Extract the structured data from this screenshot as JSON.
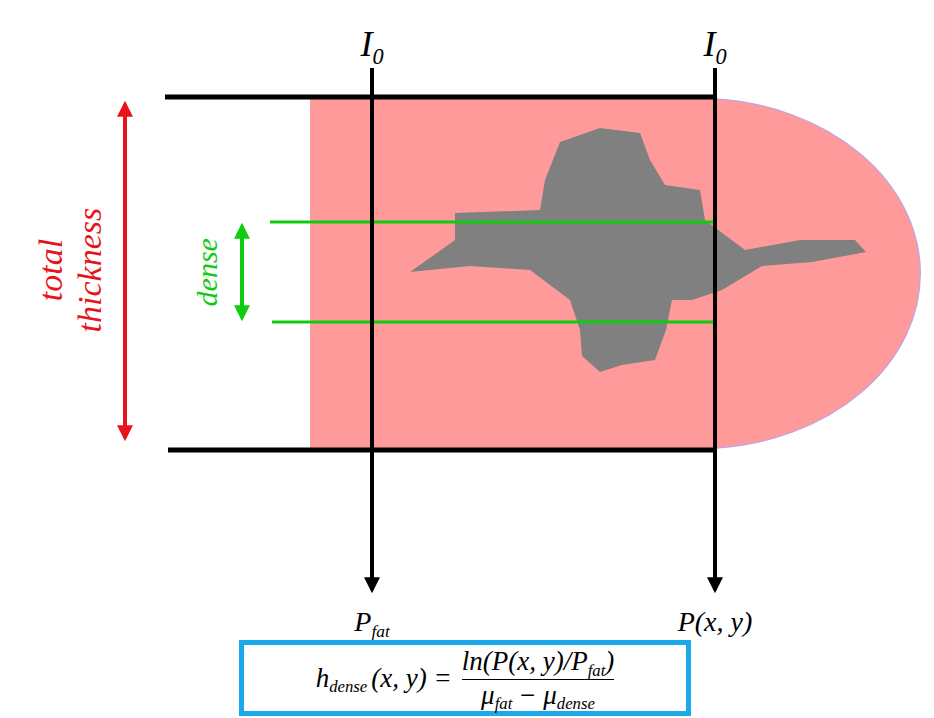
{
  "diagram": {
    "nodes": [
      {
        "text": [
          "h",
          "dense",
          "(x, y) =",
          "ln(P(x, y)/P",
          "fat",
          ")",
          "μ",
          "fat",
          "− μ",
          "dense"
        ]
      }
    ],
    "labels": [
      "I",
      "0",
      "I",
      "0",
      "total thickness",
      "dense",
      "P",
      "fat",
      "P(x, y)"
    ]
  }
}
